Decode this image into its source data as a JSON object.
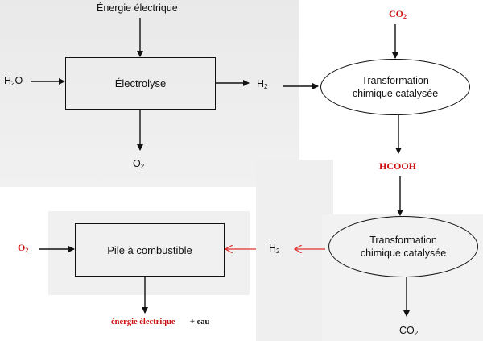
{
  "nodes": {
    "electrolyse": "Électrolyse",
    "transformation_1_line1": "Transformation",
    "transformation_1_line2": "chimique catalysée",
    "transformation_2_line1": "Transformation",
    "transformation_2_line2": "chimique catalysée",
    "pile": "Pile à combustible"
  },
  "labels": {
    "energie_electrique_top": "Énergie électrique",
    "h2o": "H",
    "h2o_sub": "2",
    "h2o_tail": "O",
    "o2_bottom": "O",
    "o2_bottom_sub": "2",
    "h2_top": "H",
    "h2_top_sub": "2",
    "co2_top": "CO",
    "co2_top_sub": "2",
    "hcooh": "HCOOH",
    "h2_middle": "H",
    "h2_middle_sub": "2",
    "co2_bottom": "CO",
    "co2_bottom_sub": "2",
    "o2_left": "O",
    "o2_left_sub": "2",
    "energie_electrique_bottom": "énergie électrique",
    "eau": "+ eau"
  },
  "colors": {
    "ink": "#111111",
    "red": "#cc1111",
    "red_arrow": "#e03030"
  }
}
